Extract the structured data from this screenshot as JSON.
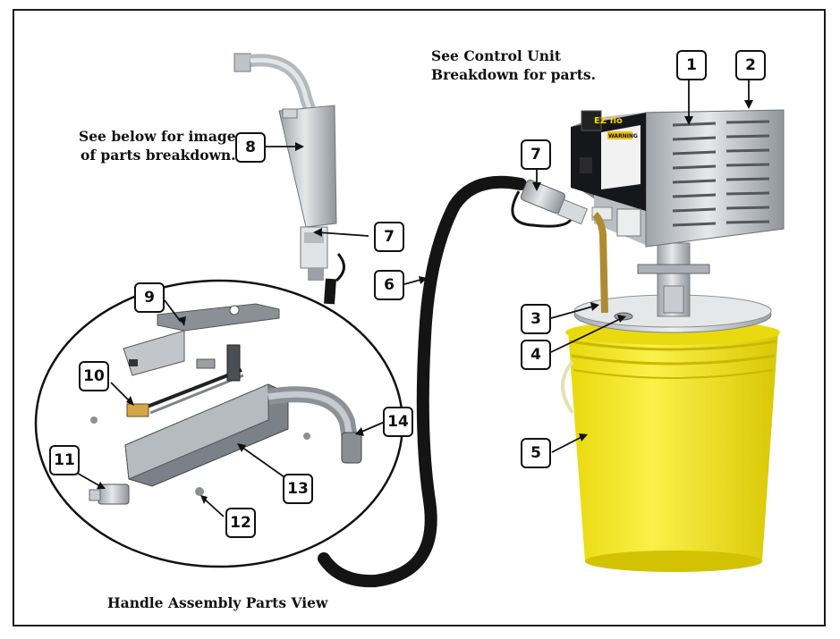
{
  "notes": {
    "control_unit_line1": "See Control Unit",
    "control_unit_line2": "Breakdown for parts.",
    "handle_line1": "See below for image",
    "handle_line2": "of parts breakdown.",
    "parts_view_caption": "Handle Assembly Parts View"
  },
  "control_unit_label": {
    "brand": "EZ flo",
    "warning": "WARNING"
  },
  "callouts": [
    {
      "id": "c1",
      "label": "1"
    },
    {
      "id": "c2",
      "label": "2"
    },
    {
      "id": "c3",
      "label": "3"
    },
    {
      "id": "c4",
      "label": "4"
    },
    {
      "id": "c5",
      "label": "5"
    },
    {
      "id": "c6",
      "label": "6"
    },
    {
      "id": "c7a",
      "label": "7"
    },
    {
      "id": "c7b",
      "label": "7"
    },
    {
      "id": "c8",
      "label": "8"
    },
    {
      "id": "c9",
      "label": "9"
    },
    {
      "id": "c10",
      "label": "10"
    },
    {
      "id": "c11",
      "label": "11"
    },
    {
      "id": "c12",
      "label": "12"
    },
    {
      "id": "c13",
      "label": "13"
    },
    {
      "id": "c14",
      "label": "14"
    }
  ],
  "colors": {
    "bucket_yellow": "#f2e418",
    "stainless": "#c9ccd0",
    "hose_black": "#151515",
    "border": "#1a1a1a"
  }
}
